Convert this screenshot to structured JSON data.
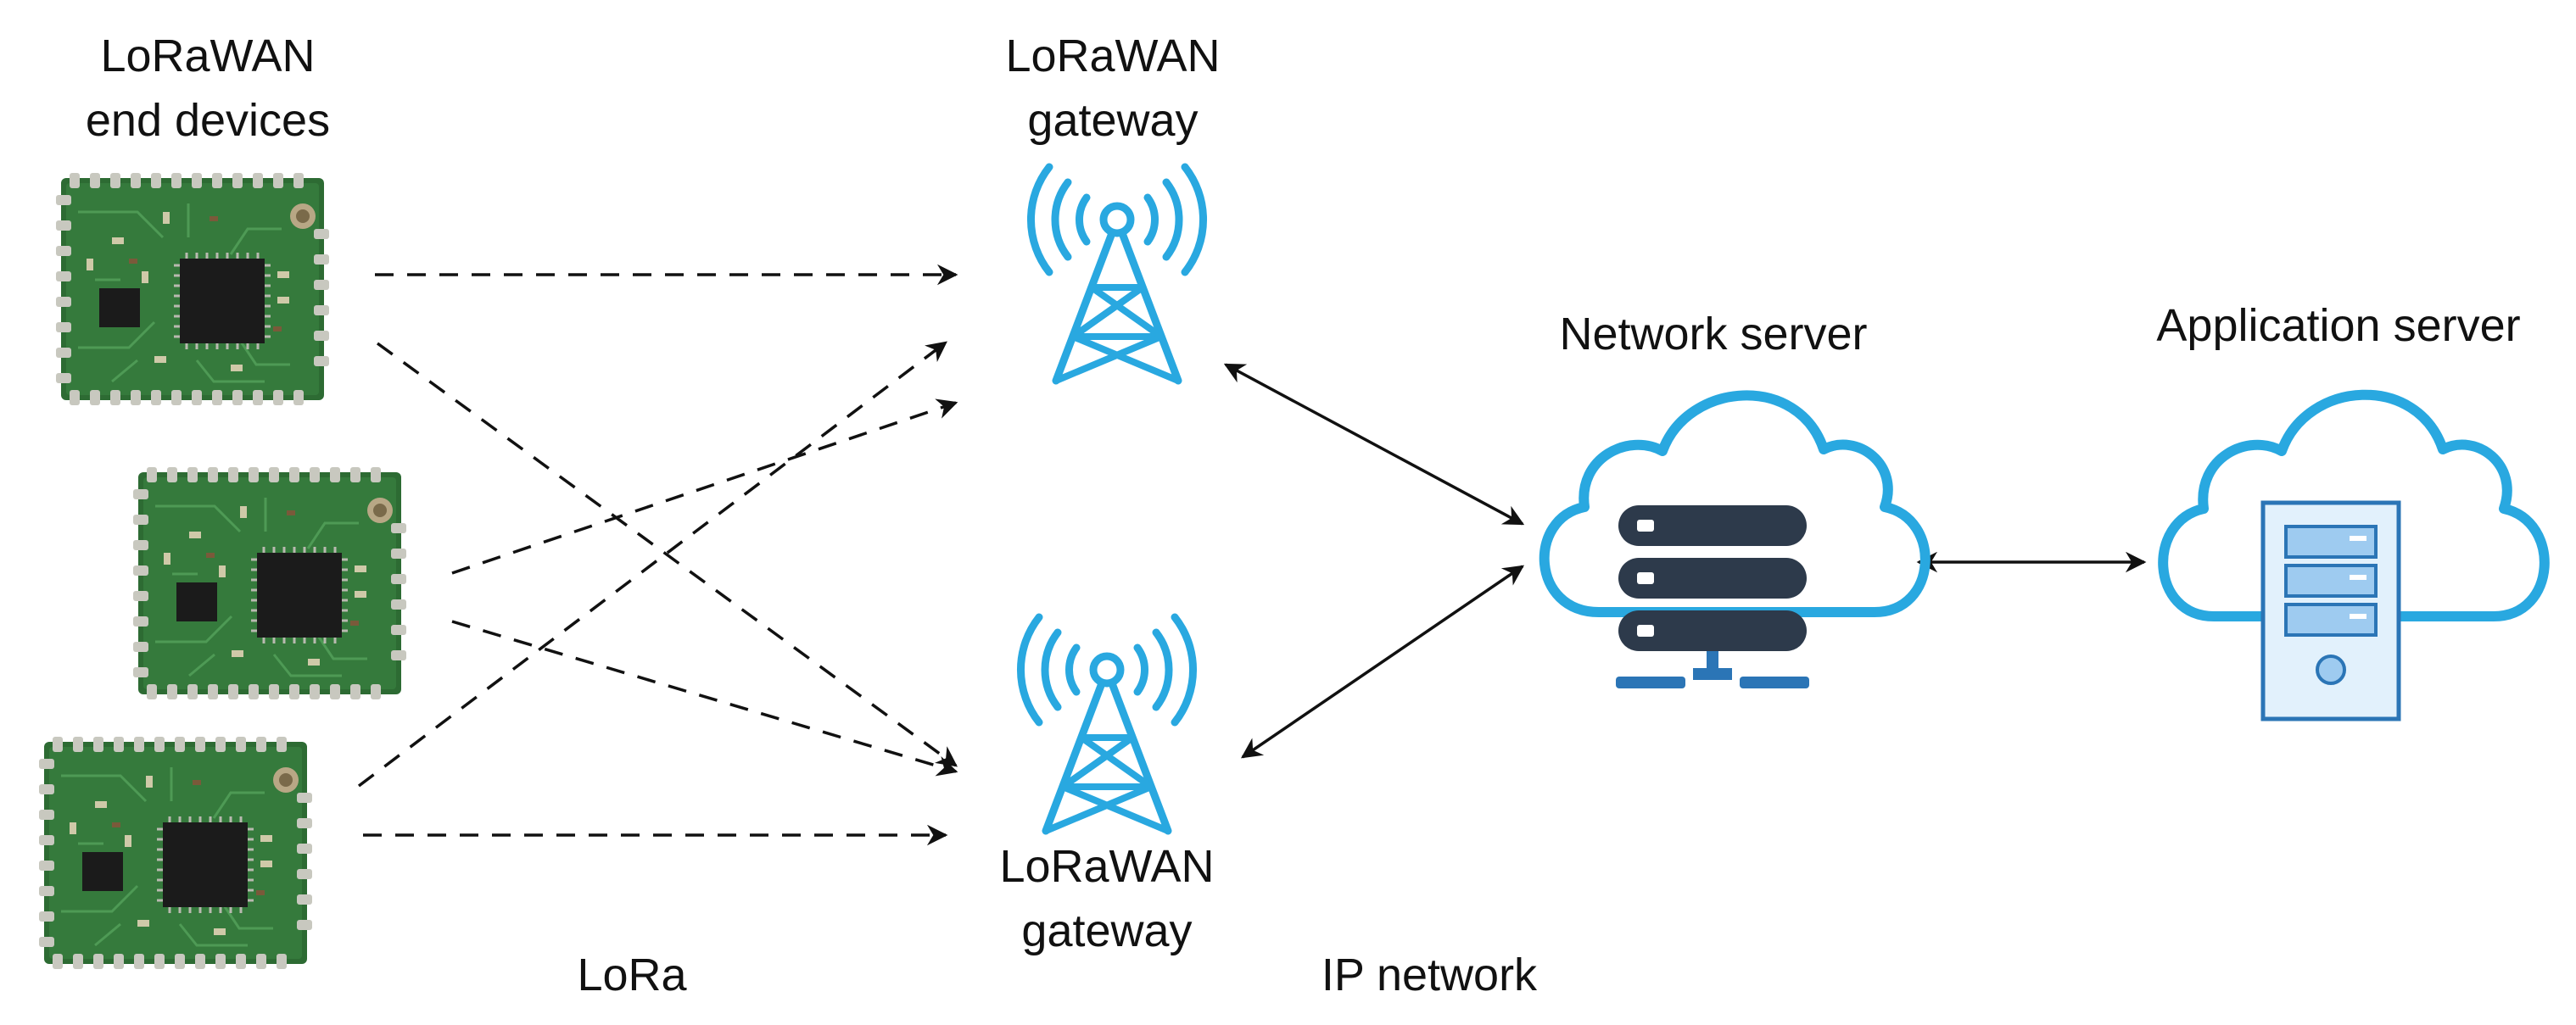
{
  "labels": {
    "end_devices_line1": "LoRaWAN",
    "end_devices_line2": "end devices",
    "gateway_top_line1": "LoRaWAN",
    "gateway_top_line2": "gateway",
    "gateway_bottom_line1": "LoRaWAN",
    "gateway_bottom_line2": "gateway",
    "network_server": "Network server",
    "application_server": "Application server",
    "lora_link": "LoRa",
    "ip_network": "IP network"
  },
  "colors": {
    "icon_blue": "#29a8e0",
    "server_dark": "#2d3a4b",
    "base_blue": "#2b75b6",
    "pcb_green": "#2d6b33",
    "app_light_blue": "#9ecbf0",
    "app_panel": "#e2f1fc",
    "line": "#111111"
  },
  "icons": {
    "end_device": "lora-module-pcb",
    "gateway": "radio-tower-icon",
    "network_server": "cloud-server-rack-icon",
    "application_server": "cloud-computer-tower-icon"
  }
}
